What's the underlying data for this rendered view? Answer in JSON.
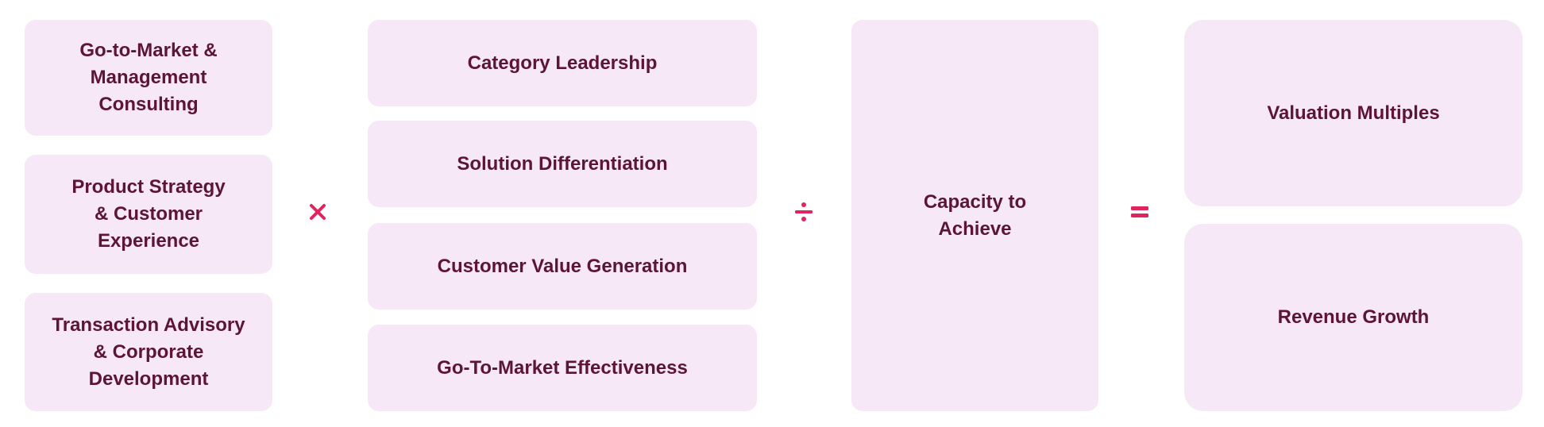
{
  "left_column": [
    {
      "label": "Go-to-Market &\nManagement\nConsulting"
    },
    {
      "label": "Product Strategy\n& Customer\nExperience"
    },
    {
      "label": "Transaction Advisory\n& Corporate\nDevelopment"
    }
  ],
  "middle_column": [
    {
      "label": "Category Leadership"
    },
    {
      "label": "Solution Differentiation"
    },
    {
      "label": "Customer Value Generation"
    },
    {
      "label": "Go-To-Market Effectiveness"
    }
  ],
  "capacity": {
    "label": "Capacity to\nAchieve"
  },
  "results": [
    {
      "label": "Valuation Multiples"
    },
    {
      "label": "Revenue Growth"
    }
  ],
  "colors": {
    "box_fill": "#f6e8f6",
    "text": "#5c1438",
    "operator": "#e0245e"
  },
  "operators": [
    "multiply-icon",
    "divide-icon",
    "equals-icon"
  ]
}
